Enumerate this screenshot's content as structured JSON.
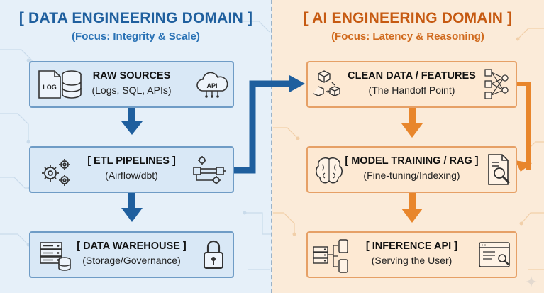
{
  "left": {
    "title": "[ DATA ENGINEERING DOMAIN ]",
    "subtitle": "(Focus: Integrity & Scale)",
    "cards": [
      {
        "title": "RAW SOURCES",
        "subtitle": "(Logs, SQL, APIs)"
      },
      {
        "title": "[ ETL PIPELINES ]",
        "subtitle": "(Airflow/dbt)"
      },
      {
        "title": "[ DATA WAREHOUSE ]",
        "subtitle": "(Storage/Governance)"
      }
    ],
    "icons": {
      "log_label": "LOG",
      "api_label": "API"
    }
  },
  "right": {
    "title": "[ AI ENGINEERING DOMAIN ]",
    "subtitle": "(Focus: Latency & Reasoning)",
    "cards": [
      {
        "title": "CLEAN DATA / FEATURES",
        "subtitle": "(The Handoff Point)"
      },
      {
        "title": "[ MODEL TRAINING / RAG ]",
        "subtitle": "(Fine-tuning/Indexing)"
      },
      {
        "title": "[ INFERENCE API ]",
        "subtitle": "(Serving the User)"
      }
    ]
  },
  "colors": {
    "blue": "#1f5f9e",
    "orange": "#e8862c",
    "left_bg": "#e6f0f9",
    "right_bg": "#fbebd9"
  }
}
